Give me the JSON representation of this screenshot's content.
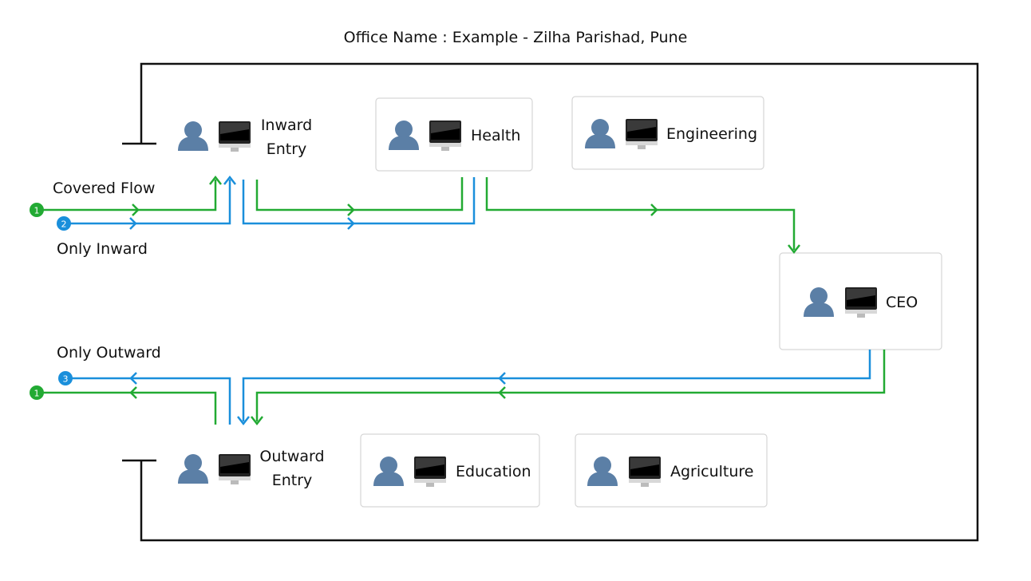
{
  "diagram": {
    "title": "Office Name : Example - Zilha Parishad, Pune",
    "legend": {
      "covered_flow": "Covered Flow",
      "only_inward": "Only Inward",
      "only_outward": "Only Outward"
    },
    "badges": [
      "1",
      "2",
      "3",
      "1"
    ],
    "nodes": {
      "inward_entry": [
        "Inward",
        "Entry"
      ],
      "health": "Health",
      "engineering": "Engineering",
      "ceo": "CEO",
      "outward_entry": [
        "Outward",
        "Entry"
      ],
      "education": "Education",
      "agriculture": "Agriculture"
    },
    "colors": {
      "covered_flow": "#22aa33",
      "only_inward_outward": "#1a8fdb",
      "user_icon": "#5b7fa6",
      "border": "#111111"
    },
    "icons": [
      "user-icon",
      "monitor-icon"
    ]
  }
}
